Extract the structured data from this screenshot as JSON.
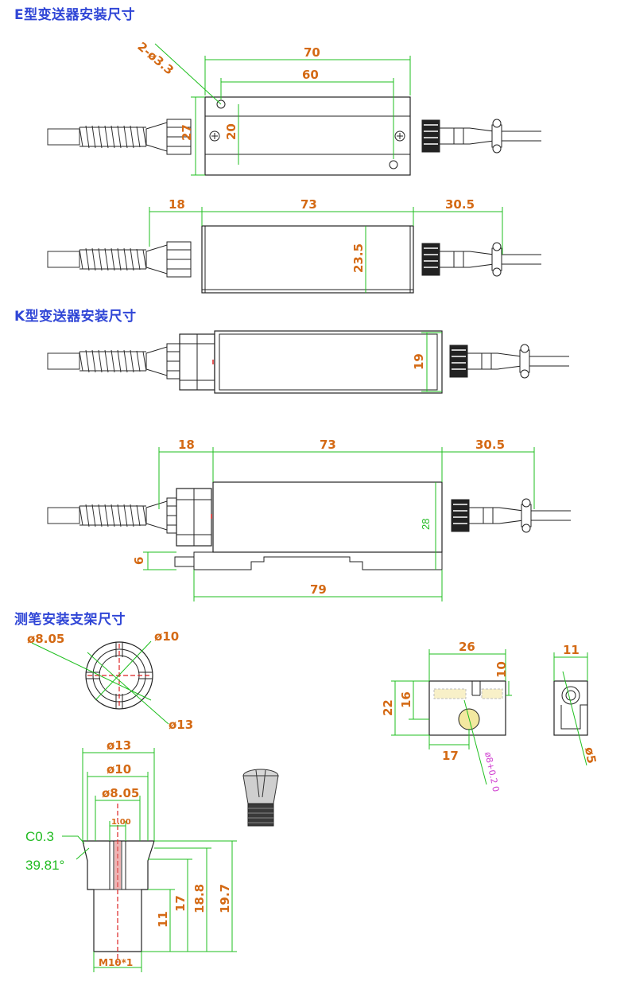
{
  "sections": {
    "e_type": "E型变送器安装尺寸",
    "k_type": "K型变送器安装尺寸",
    "bracket": "测笔安装支架尺寸"
  },
  "e_top": {
    "hole_label": "2-ø3.3",
    "width_70": "70",
    "width_60": "60",
    "h27": "27",
    "h20": "20"
  },
  "e_side": {
    "left_18": "18",
    "body_73": "73",
    "right_30_5": "30.5",
    "h23_5": "23.5"
  },
  "k_top": {
    "h19": "19"
  },
  "k_side": {
    "left_18": "18",
    "body_73": "73",
    "right_30_5": "30.5",
    "h28": "28",
    "base_6": "6",
    "base_79": "79"
  },
  "bracket_round": {
    "d8_05": "ø8.05",
    "d10": "ø10",
    "d13": "ø13"
  },
  "bracket_block": {
    "w26": "26",
    "h10": "10",
    "h16": "16",
    "h22": "22",
    "w17": "17",
    "tol": "ø8+0.2 0",
    "w11": "11",
    "d5": "ø5"
  },
  "collet": {
    "d13": "ø13",
    "d10": "ø10",
    "d8_05": "ø8.05",
    "slot": "1.00",
    "chamfer": "C0.3",
    "angle": "39.81°",
    "h11": "11",
    "h17": "17",
    "h18_8": "18.8",
    "h19_7": "19.7",
    "thread": "M10*1"
  }
}
